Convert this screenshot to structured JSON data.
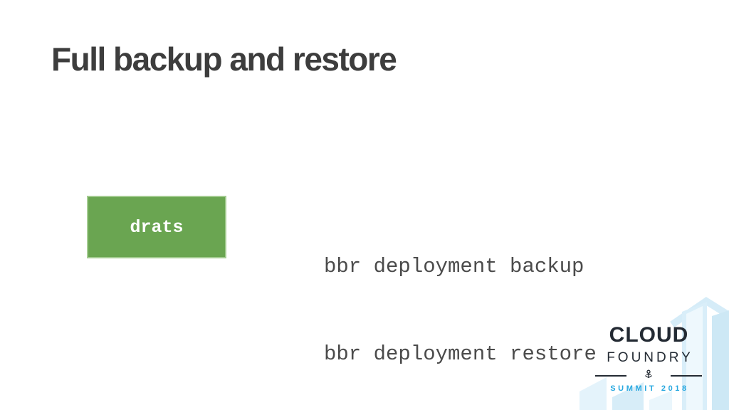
{
  "slide": {
    "title": "Full backup and restore",
    "background_color": "#ffffff",
    "title_color": "#3d3d3d"
  },
  "diagram": {
    "box_label": "drats",
    "box_color": "#6aa551",
    "box_label_color": "#ffffff"
  },
  "code": {
    "lines": [
      "bbr deployment backup",
      "bbr deployment restore"
    ],
    "text_color": "#4b4b4b"
  },
  "logo": {
    "cloud": "CLOUD",
    "foundry": "FOUNDRY",
    "summit": "SUMMIT 2018",
    "navy_color": "#232a33",
    "accent_blue": "#2aa9e0",
    "skyline_blue": "#d9eef9"
  }
}
